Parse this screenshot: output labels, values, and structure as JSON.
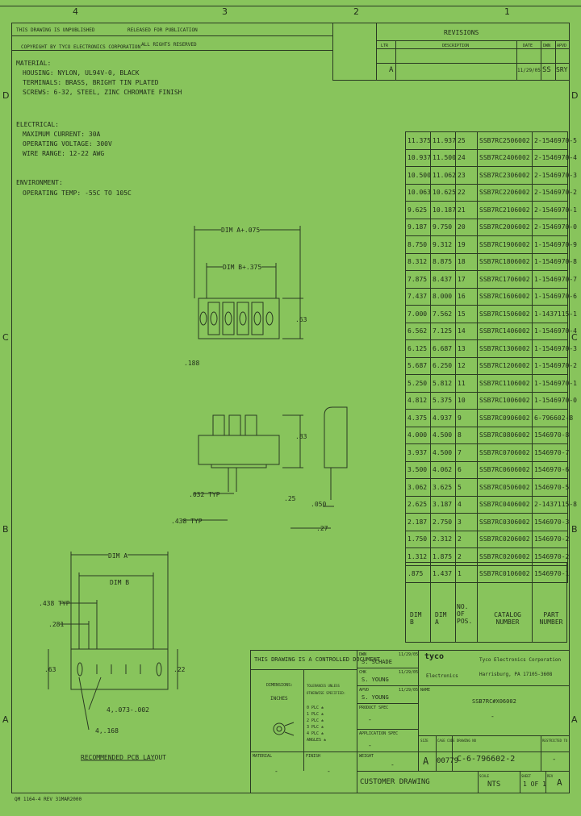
{
  "zones_top": [
    "4",
    "3",
    "2",
    "1"
  ],
  "zones_side": [
    "D",
    "C",
    "B",
    "A"
  ],
  "header_notes": {
    "line1": "THIS DRAWING IS UNPUBLISHED",
    "line2": "RELEASED FOR PUBLICATION",
    "line3": "COPYRIGHT BY TYCO ELECTRONICS CORPORATION",
    "line4": "ALL RIGHTS RESERVED"
  },
  "revisions": {
    "title": "REVISIONS",
    "lt_header": "LTR",
    "desc_header": "DESCRIPTION",
    "date_header": "DATE",
    "dwn_header": "DWN",
    "apvd_header": "APVD",
    "row": {
      "ltr": "A",
      "desc": "",
      "date": "11/29/05",
      "dwn": "SS",
      "apvd": "SRY"
    }
  },
  "notes": {
    "material": [
      "MATERIAL:",
      "HOUSING: NYLON, UL94V-0, BLACK",
      "TERMINALS: BRASS, BRIGHT TIN PLATED",
      "SCREWS: 6-32, STEEL, ZINC CHROMATE FINISH"
    ],
    "electrical": [
      "ELECTRICAL:",
      "MAXIMUM CURRENT: 30A",
      "OPERATING VOLTAGE: 300V",
      "WIRE RANGE: 12-22 AWG"
    ],
    "environment": [
      "ENVIRONMENT:",
      "OPERATING TEMP: -55C TO 105C"
    ]
  },
  "dims": {
    "dim_a_plus": "DIM A+.075",
    "dim_b_plus": "DIM B+.375",
    "height1": ".63",
    "small1": ".188",
    "height2": ".83",
    "tip": ".032 TYP",
    "lead": ".25",
    "pin": ".050",
    "pitch": ".438 TYP",
    "gap": ".27",
    "dim_a": "DIM A",
    "dim_b": "DIM B",
    "pitch2": ".438 TYP",
    "offset": ".281",
    "ht3": ".63",
    "side": ".22",
    "hole1": "4,.073-.002",
    "hole2": "4,.168",
    "layout_title": "RECOMMENDED PCB LAYOUT"
  },
  "table": {
    "rows": [
      [
        "11.375",
        "11.937",
        "25",
        "SSB7RC2506002",
        "2-1546970-5"
      ],
      [
        "10.937",
        "11.500",
        "24",
        "SSB7RC2406002",
        "2-1546970-4"
      ],
      [
        "10.500",
        "11.062",
        "23",
        "SSB7RC2306002",
        "2-1546970-3"
      ],
      [
        "10.063",
        "10.625",
        "22",
        "SSB7RC2206002",
        "2-1546970-2"
      ],
      [
        "9.625",
        "10.187",
        "21",
        "SSB7RC2106002",
        "2-1546970-1"
      ],
      [
        "9.187",
        "9.750",
        "20",
        "SSB7RC2006002",
        "2-1546970-0"
      ],
      [
        "8.750",
        "9.312",
        "19",
        "SSB7RC1906002",
        "1-1546970-9"
      ],
      [
        "8.312",
        "8.875",
        "18",
        "SSB7RC1806002",
        "1-1546970-8"
      ],
      [
        "7.875",
        "8.437",
        "17",
        "SSB7RC1706002",
        "1-1546970-7"
      ],
      [
        "7.437",
        "8.000",
        "16",
        "SSB7RC1606002",
        "1-1546970-6"
      ],
      [
        "7.000",
        "7.562",
        "15",
        "SSB7RC1506002",
        "1-1437115-1"
      ],
      [
        "6.562",
        "7.125",
        "14",
        "SSB7RC1406002",
        "1-1546970-4"
      ],
      [
        "6.125",
        "6.687",
        "13",
        "SSB7RC1306002",
        "1-1546970-3"
      ],
      [
        "5.687",
        "6.250",
        "12",
        "SSB7RC1206002",
        "1-1546970-2"
      ],
      [
        "5.250",
        "5.812",
        "11",
        "SSB7RC1106002",
        "1-1546970-1"
      ],
      [
        "4.812",
        "5.375",
        "10",
        "SSB7RC1006002",
        "1-1546970-0"
      ],
      [
        "4.375",
        "4.937",
        "9",
        "SSB7RC0906002",
        "6-796602-8"
      ],
      [
        "4.000",
        "4.500",
        "8",
        "SSB7RC0806002",
        "1546970-8"
      ],
      [
        "3.937",
        "4.500",
        "7",
        "SSB7RC0706002",
        "1546970-7"
      ],
      [
        "3.500",
        "4.062",
        "6",
        "SSB7RC0606002",
        "1546970-6"
      ],
      [
        "3.062",
        "3.625",
        "5",
        "SSB7RC0506002",
        "1546970-5"
      ],
      [
        "2.625",
        "3.187",
        "4",
        "SSB7RC0406002",
        "2-1437115-8"
      ],
      [
        "2.187",
        "2.750",
        "3",
        "SSB7RC0306002",
        "1546970-3"
      ],
      [
        "1.750",
        "2.312",
        "2",
        "SSB7RC0206002",
        "1546970-2"
      ],
      [
        "1.312",
        "1.875",
        "2",
        "SSB7RC0206002",
        "1546970-2"
      ],
      [
        ".875",
        "1.437",
        "1",
        "SSB7RC0106002",
        "1546970-1"
      ]
    ],
    "footer": [
      "DIM B",
      "DIM A",
      "NO. OF POS.",
      "CATALOG NUMBER",
      "PART NUMBER"
    ]
  },
  "title_block": {
    "controlled": "THIS DRAWING IS A CONTROLLED DOCUMENT",
    "dwn_label": "DWN",
    "dwn_name": "S. SCHADE",
    "dwn_date": "11/29/05",
    "chk_label": "CHK",
    "chk_name": "S. YOUNG",
    "chk_date": "11/29/05",
    "appvd_label": "APVD",
    "appvd_name": "S. YOUNG",
    "appvd_date": "11/29/05",
    "dims_label": "DIMENSIONS:",
    "dims_val": "INCHES",
    "tol_label": "TOLERANCES UNLESS OTHERWISE SPECIFIED:",
    "tol_lines": [
      "0 PLC ±",
      "1 PLC ±",
      "2 PLC ±",
      "3 PLC ±",
      "4 PLC ±",
      "ANGLES ±"
    ],
    "prod_spec": "PRODUCT SPEC",
    "app_spec": "APPLICATION SPEC",
    "weight": "WEIGHT",
    "material_lbl": "MATERIAL",
    "finish_lbl": "FINISH",
    "dash": "-",
    "logo_brand": "tyco",
    "logo_sub": "Electronics",
    "company": "Tyco Electronics Corporation",
    "address": "Harrisburg, PA 17105-3608",
    "name_label": "NAME",
    "name_val": "SSB7RC#X06002",
    "name_val2": "-",
    "size_label": "SIZE",
    "cage_label": "CAGE CODE",
    "dwg_label": "DRAWING NO",
    "restricted": "RESTRICTED TO",
    "size": "A",
    "cage": "00779",
    "dwg": "C-6-796602-2",
    "restricted_val": "-",
    "customer": "CUSTOMER DRAWING",
    "scale_label": "SCALE",
    "scale": "NTS",
    "sheet_label": "SHEET",
    "sheet": "1 OF 1",
    "rev_label": "REV",
    "rev": "A"
  },
  "footer_code": "QM 1164-4 REV 31MAR2000"
}
